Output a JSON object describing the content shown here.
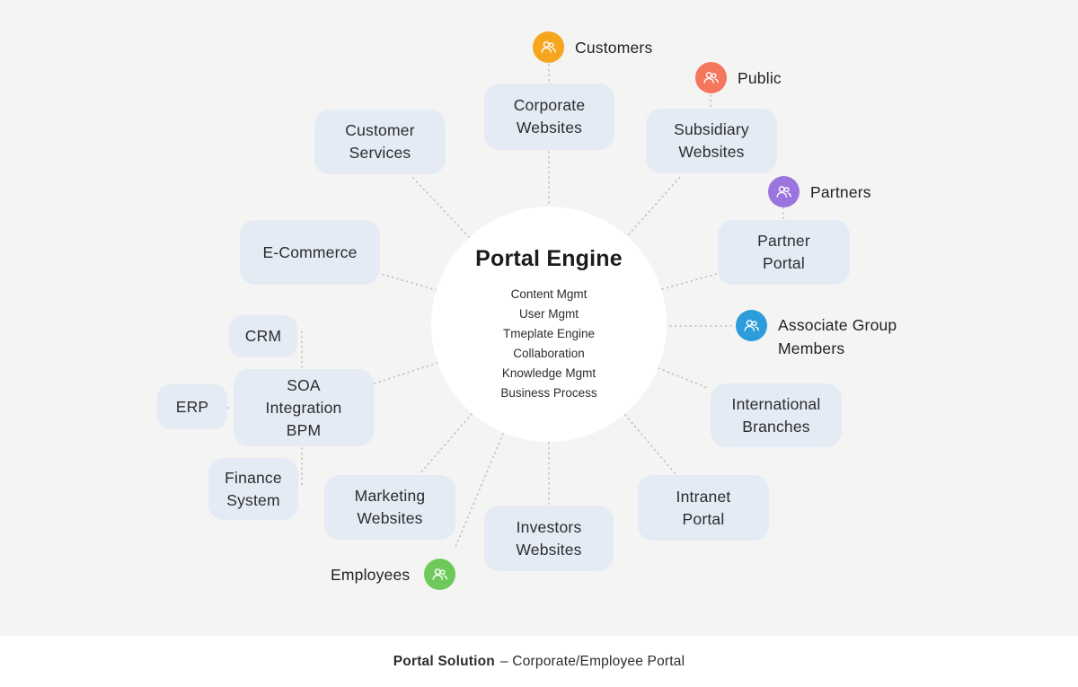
{
  "center": {
    "title": "Portal Engine",
    "items": [
      "Content Mgmt",
      "User Mgmt",
      "Tmeplate Engine",
      "Collaboration",
      "Knowledge Mgmt",
      "Business Process"
    ]
  },
  "nodes": [
    {
      "id": "customer-services",
      "label": "Customer\nServices"
    },
    {
      "id": "corporate-websites",
      "label": "Corporate\nWebsites"
    },
    {
      "id": "subsidiary-websites",
      "label": "Subsidiary\nWebsites"
    },
    {
      "id": "partner-portal",
      "label": "Partner\nPortal"
    },
    {
      "id": "international-branches",
      "label": "International\nBranches"
    },
    {
      "id": "intranet-portal",
      "label": "Intranet\nPortal"
    },
    {
      "id": "investors-websites",
      "label": "Investors\nWebsites"
    },
    {
      "id": "marketing-websites",
      "label": "Marketing\nWebsites"
    },
    {
      "id": "finance-system",
      "label": "Finance\nSystem"
    },
    {
      "id": "soa-integration-bpm",
      "label": "SOA\nIntegration\nBPM"
    },
    {
      "id": "erp",
      "label": "ERP"
    },
    {
      "id": "crm",
      "label": "CRM"
    },
    {
      "id": "e-commerce",
      "label": "E-Commerce"
    }
  ],
  "personas": [
    {
      "id": "customers",
      "label": "Customers",
      "color": "#F6A51F",
      "icon": "users-icon"
    },
    {
      "id": "public",
      "label": "Public",
      "color": "#F4765C",
      "icon": "users-icon"
    },
    {
      "id": "partners",
      "label": "Partners",
      "color": "#9B75DE",
      "icon": "users-icon"
    },
    {
      "id": "associate-group-members",
      "label": "Associate Group\nMembers",
      "color": "#2D9CDB",
      "icon": "users-icon"
    },
    {
      "id": "employees",
      "label": "Employees",
      "color": "#6EC95B",
      "icon": "users-icon"
    }
  ],
  "caption": {
    "bold": "Portal Solution",
    "rest": "– Corporate/Employee Portal"
  },
  "colors": {
    "background": "#f4f4f3",
    "node_fill": "#e4ebf5",
    "hub_fill": "#ffffff",
    "text": "#2b2d2e",
    "connector": "#c4c4c3"
  }
}
